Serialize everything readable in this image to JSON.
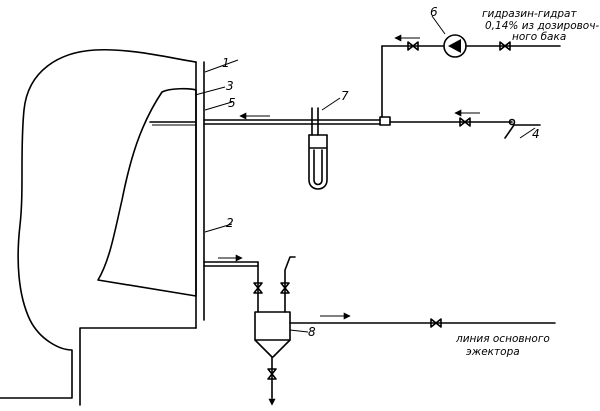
{
  "labels": {
    "n1": "1",
    "n2": "2",
    "n3": "3",
    "n4": "4",
    "n5": "5",
    "n6": "6",
    "n7": "7",
    "n8": "8"
  },
  "captions": {
    "dosing_line1": "гидразин-гидрат",
    "dosing_line2": "0,14% из дозировоч-",
    "dosing_line3": "ного бака",
    "ejector_line1": "линия основного",
    "ejector_line2": "эжектора"
  }
}
